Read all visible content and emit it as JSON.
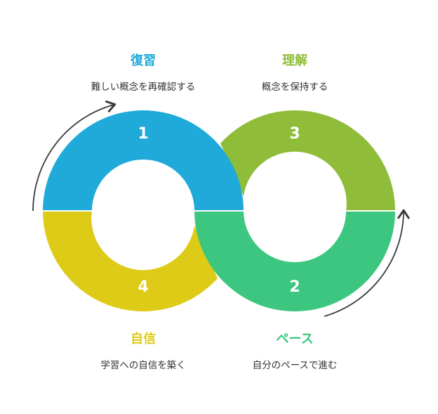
{
  "colors": {
    "blue": "#1FAAD9",
    "olive": "#8FBD3A",
    "green": "#3CC67F",
    "yellow": "#DECB18",
    "arrow": "#3a3a3a"
  },
  "segments": [
    {
      "id": "review",
      "number": "1",
      "title": "復習",
      "description": "難しい概念を再確認する",
      "color": "#1FAAD9"
    },
    {
      "id": "pace",
      "number": "2",
      "title": "ペース",
      "description": "自分のペースで進む",
      "color": "#3CC67F"
    },
    {
      "id": "understand",
      "number": "3",
      "title": "理解",
      "description": "概念を保持する",
      "color": "#8FBD3A"
    },
    {
      "id": "confidence",
      "number": "4",
      "title": "自信",
      "description": "学習への自信を築く",
      "color": "#DECB18"
    }
  ]
}
